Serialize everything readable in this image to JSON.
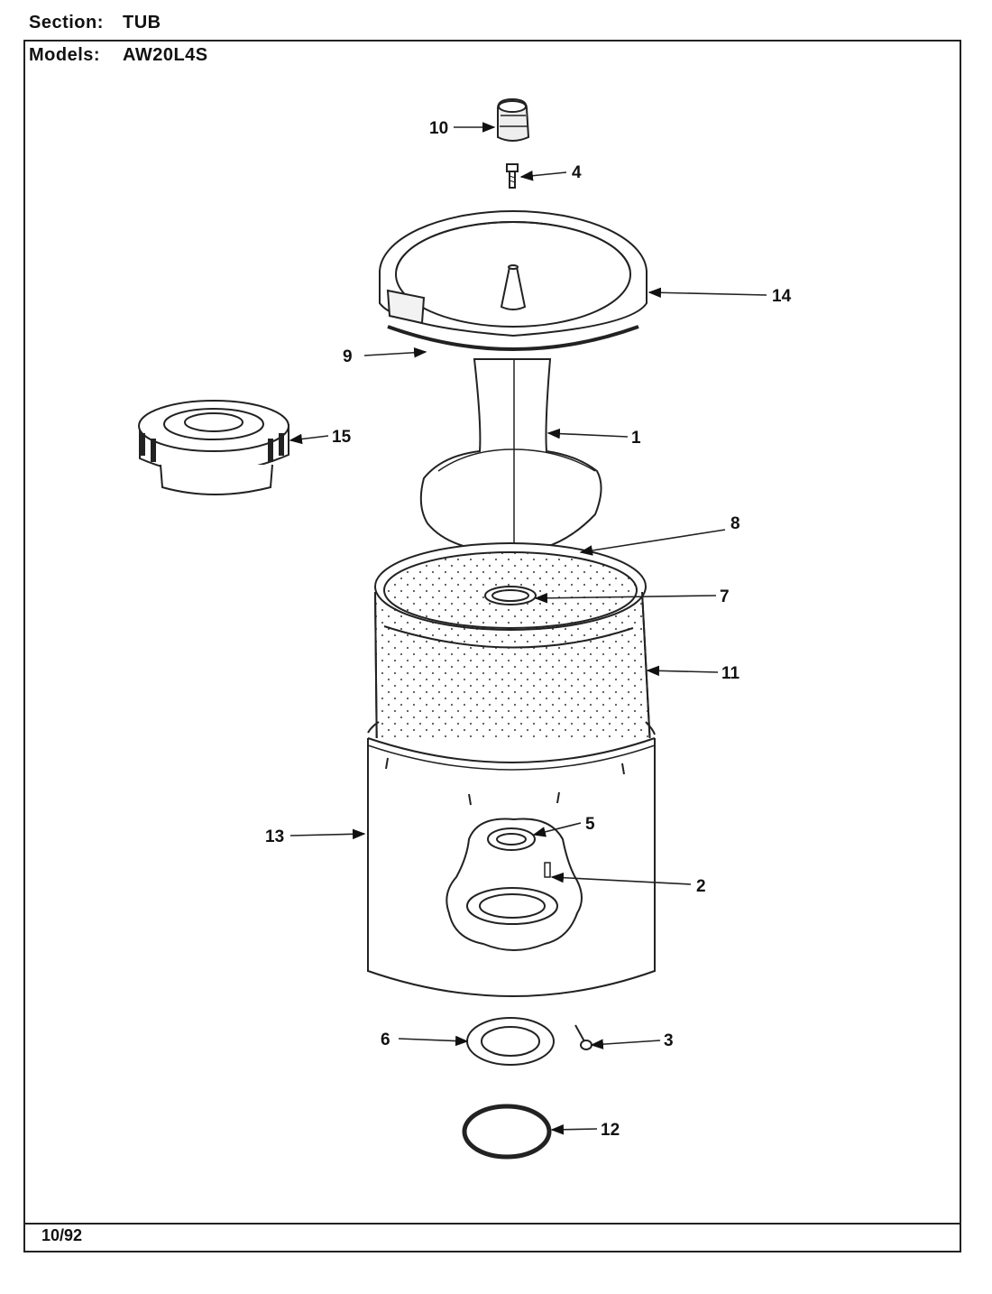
{
  "header": {
    "section_label": "Section:",
    "section_value": "TUB",
    "models_label": "Models:",
    "models_value": "AW20L4S"
  },
  "footer": {
    "date": "10/92"
  },
  "callouts": {
    "c1": "1",
    "c2": "2",
    "c3": "3",
    "c4": "4",
    "c5": "5",
    "c6": "6",
    "c7": "7",
    "c8": "8",
    "c9": "9",
    "c10": "10",
    "c11": "11",
    "c12": "12",
    "c13": "13",
    "c14": "14",
    "c15": "15"
  }
}
